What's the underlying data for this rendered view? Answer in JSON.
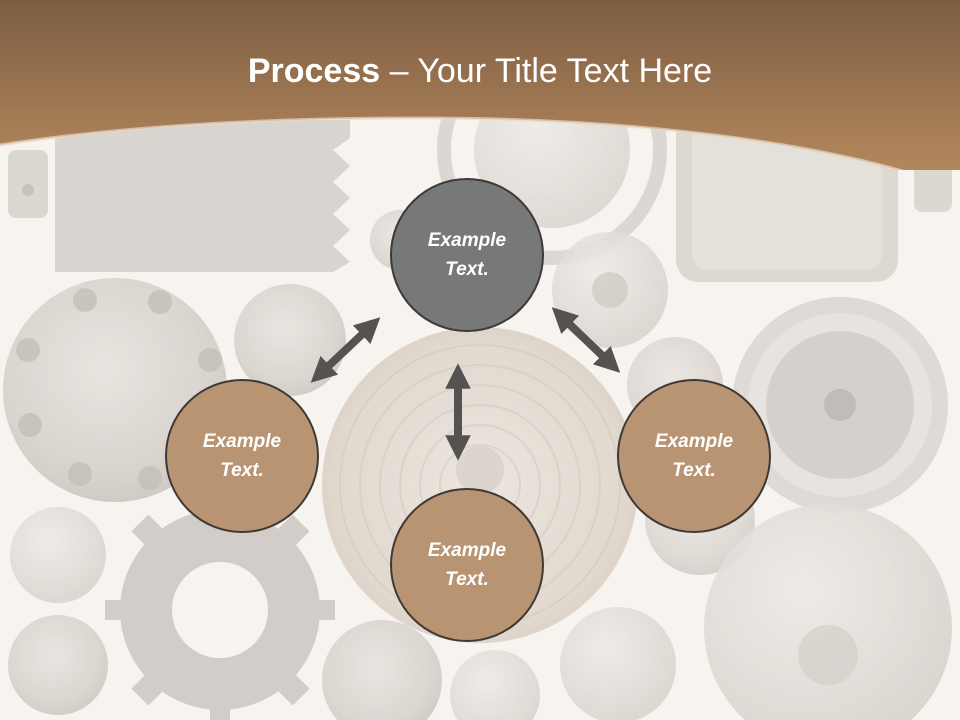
{
  "slide": {
    "title_bold": "Process",
    "title_rest": " – Your Title Text Here"
  },
  "nodes": [
    {
      "id": "top",
      "label": "Example Text.",
      "style": "dark"
    },
    {
      "id": "left",
      "label": "Example Text.",
      "style": "tan"
    },
    {
      "id": "right",
      "label": "Example Text.",
      "style": "tan"
    },
    {
      "id": "bottom",
      "label": "Example Text.",
      "style": "tan"
    }
  ],
  "colors": {
    "header_top": "#7d5d42",
    "header_bottom": "#b98c5f",
    "node_dark": "#777878",
    "node_tan": "#b89472",
    "arrow": "#555352"
  }
}
